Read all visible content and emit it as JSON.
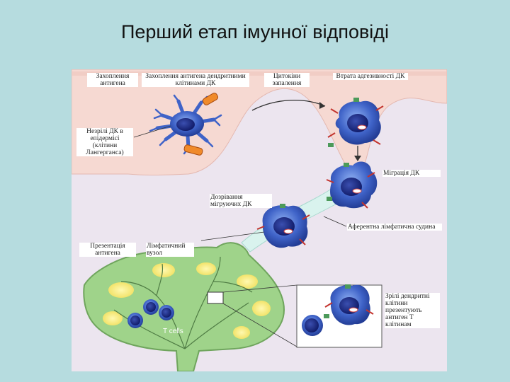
{
  "slide": {
    "title": "Перший етап імунної відповіді"
  },
  "colors": {
    "background": "#b6dcdf",
    "skin": "#f6d9d2",
    "tissue": "#ece5ef",
    "lymph_node": "#9fd38a",
    "cell": "#3f63c8",
    "nucleus": "#1a2a86"
  },
  "labels": {
    "antigen_capture": "Захоплення антигена",
    "dc_capture": "Захоплення антигена дендритними клітинами ДК",
    "cytokines": "Цитокіни запалення",
    "adhesion_loss": "Втрата адгезивності ДК",
    "immature_dc": "Незрілі ДК в епідермісі (клітини Лангерганса)",
    "dc_migration": "Міграція ДК",
    "dc_maturation": "Дозрівання мігруючих ДК",
    "afferent_vessel": "Аферентна лімфатична судина",
    "antigen_presentation": "Презентація антигена",
    "lymph_node": "Лімфатичний вузол",
    "mature_dc": "Зрілі дендритні клітини презентують антиген Т клітинам",
    "t_cells": "T cells"
  }
}
